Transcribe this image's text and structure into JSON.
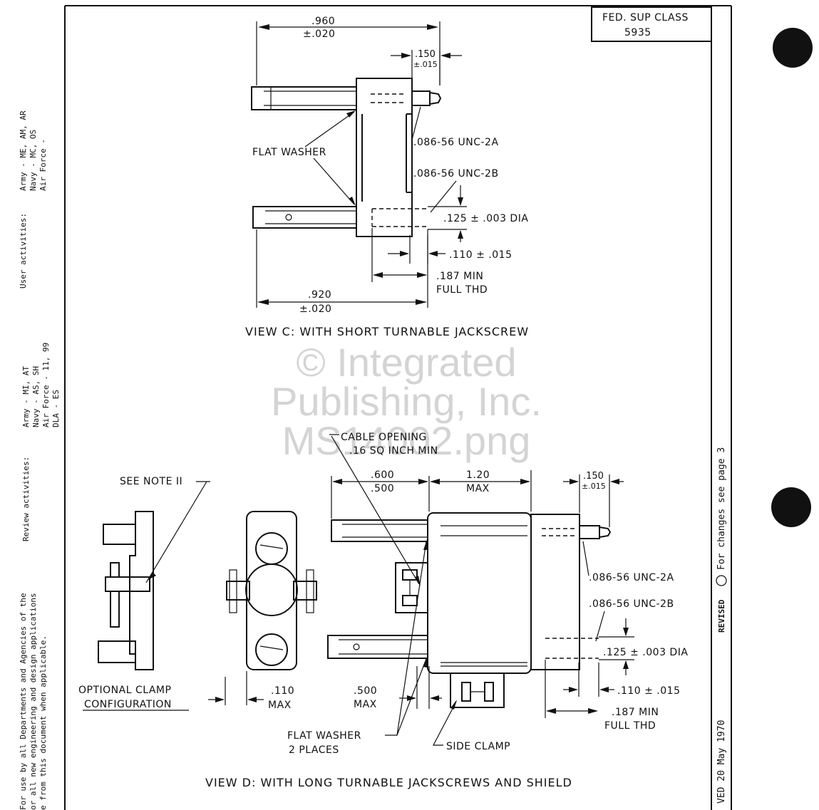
{
  "header": {
    "fsc_label": "FED. SUP CLASS",
    "fsc_value": "5935"
  },
  "margin": {
    "user_line1": "User activities:",
    "user_line2": "Army - ME, AM, AR",
    "user_line3": "Navy - MC, OS",
    "user_line4": "Air Force -",
    "review_line1": "Review activities:",
    "review_line2": "Army - MI, AT",
    "review_line3": "Navy - AS, SH",
    "review_line4": "Air Force - 11, 99",
    "review_line5": "DLA - ES",
    "use_line1": "For use by all Departments and Agencies of the",
    "use_line2": "or all new engineering and design applications",
    "use_line3": "e from this document when applicable.",
    "revised": "REVISED",
    "revised_note": "For changes see page 3",
    "approved": "VED 20 May 1970"
  },
  "view_c": {
    "dim_960": ".960",
    "dim_960_tol": "±.020",
    "dim_150": ".150",
    "dim_150_tol": "±.015",
    "flat_washer": "FLAT WASHER",
    "thread_2a": ".086-56 UNC-2A",
    "thread_2b": ".086-56 UNC-2B",
    "dia": ".125 ± .003 DIA",
    "dim_110": ".110 ± .015",
    "min_thd": ".187 MIN",
    "full_thd": "FULL THD",
    "dim_920": ".920",
    "dim_920_tol": "±.020",
    "caption": "VIEW C: WITH SHORT TURNABLE JACKSCREW"
  },
  "view_d": {
    "cable_opening": "CABLE OPENING",
    "cable_opening_size": ".16 SQ INCH MIN",
    "see_note": "SEE NOTE II",
    "dim_600": ".600",
    "dim_500": ".500",
    "dim_120": "1.20",
    "max": "MAX",
    "dim_150": ".150",
    "dim_150_tol": "±.015",
    "thread_2a": ".086-56 UNC-2A",
    "thread_2b": ".086-56 UNC-2B",
    "dia": ".125 ± .003 DIA",
    "optional_1": "OPTIONAL CLAMP",
    "optional_2": "CONFIGURATION",
    "dim_110_max": ".110",
    "max2": "MAX",
    "dim_500_max": ".500",
    "max3": "MAX",
    "dim_110": ".110 ± .015",
    "min_thd": ".187 MIN",
    "full_thd": "FULL THD",
    "flat_washer": "FLAT WASHER",
    "two_places": "2 PLACES",
    "side_clamp": "SIDE CLAMP",
    "caption": "VIEW D: WITH LONG TURNABLE JACKSCREWS AND SHIELD"
  },
  "watermark": {
    "line1": "© Integrated",
    "line2": "Publishing, Inc.",
    "line3": "MS14002.png"
  }
}
